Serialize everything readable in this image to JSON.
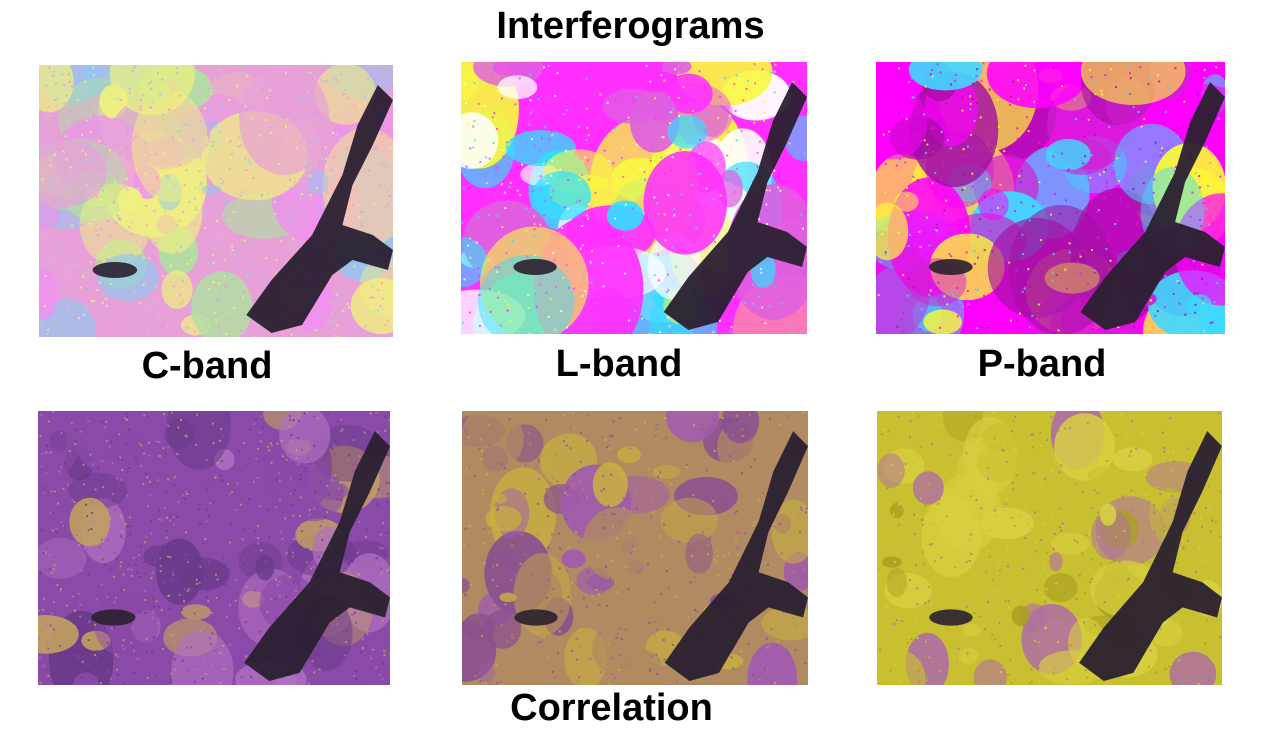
{
  "figure": {
    "title": "Interferograms",
    "bottom_title": "Correlation",
    "band_labels": [
      "C-band",
      "L-band",
      "P-band"
    ]
  },
  "panels": [
    {
      "row": "interferogram",
      "band": "C-band",
      "style": "noisy-fringes",
      "colors": [
        "#e8a0d8",
        "#b0e0a0",
        "#f0f080",
        "#90c8f0",
        "#f090f0"
      ]
    },
    {
      "row": "interferogram",
      "band": "L-band",
      "style": "fringes",
      "colors": [
        "#ff30ff",
        "#30e0ff",
        "#f8f840",
        "#ffffff",
        "#e060e0"
      ]
    },
    {
      "row": "interferogram",
      "band": "P-band",
      "style": "smooth-fringes",
      "colors": [
        "#ff00ff",
        "#40d8ff",
        "#ffff30",
        "#d020d0",
        "#a010a0"
      ]
    },
    {
      "row": "correlation",
      "band": "C-band",
      "style": "low",
      "colors": [
        "#8a4aa8",
        "#b070c0",
        "#6a3a8a",
        "#c0a060"
      ]
    },
    {
      "row": "correlation",
      "band": "L-band",
      "style": "medium",
      "colors": [
        "#b08a60",
        "#a05ab0",
        "#c8b040",
        "#8a5090"
      ]
    },
    {
      "row": "correlation",
      "band": "P-band",
      "style": "high",
      "colors": [
        "#c8c030",
        "#a8a020",
        "#b070a0",
        "#d8d040"
      ]
    }
  ],
  "lake_color": "#2a2030"
}
